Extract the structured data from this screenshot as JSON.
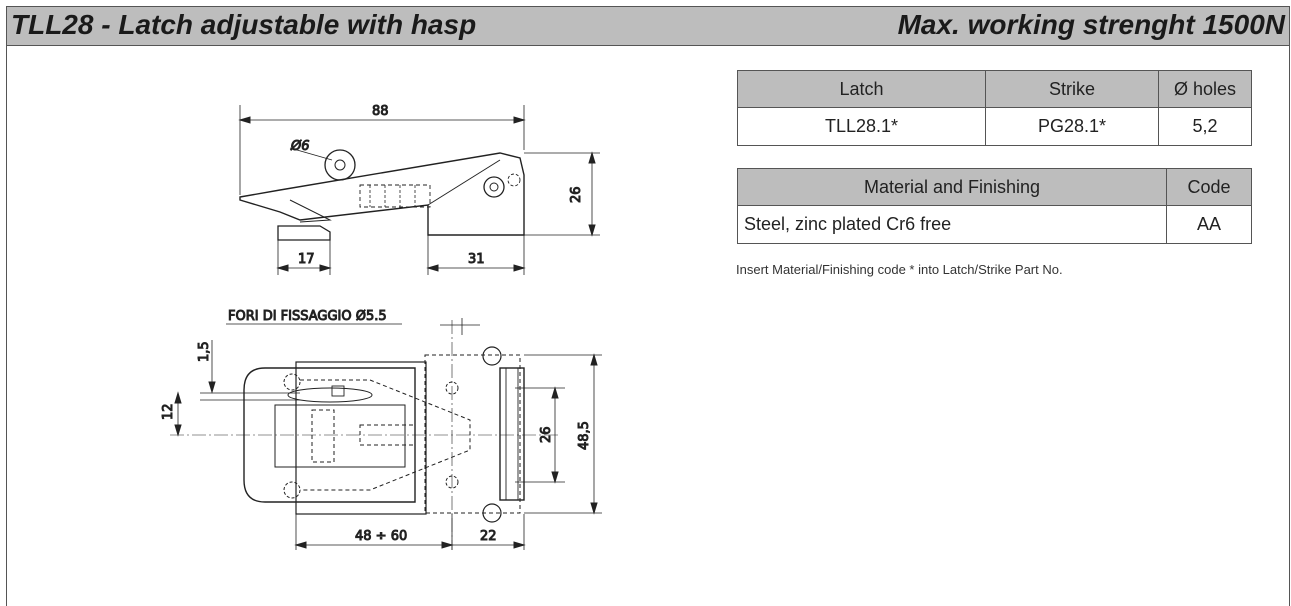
{
  "header": {
    "title": "TLL28 - Latch adjustable with hasp",
    "strength": "Max. working strenght 1500N"
  },
  "parts_table": {
    "headers": [
      "Latch",
      "Strike",
      "Ø holes"
    ],
    "row": [
      "TLL28.1*",
      "PG28.1*",
      "5,2"
    ]
  },
  "material_table": {
    "headers": [
      "Material and Finishing",
      "Code"
    ],
    "row": [
      "Steel, zinc plated Cr6 free",
      "AA"
    ]
  },
  "note": "Insert Material/Finishing code * into Latch/Strike Part No.",
  "drawing": {
    "dim_88": "88",
    "dim_diam6": "Ø6",
    "dim_26_side": "26",
    "dim_17": "17",
    "dim_31": "31",
    "fixing_label": "FORI DI FISSAGGIO Ø5.5",
    "dim_1_5": "1,5",
    "dim_12": "12",
    "dim_26_top": "26",
    "dim_48_5": "48,5",
    "dim_48_60": "48 ÷ 60",
    "dim_22": "22"
  }
}
